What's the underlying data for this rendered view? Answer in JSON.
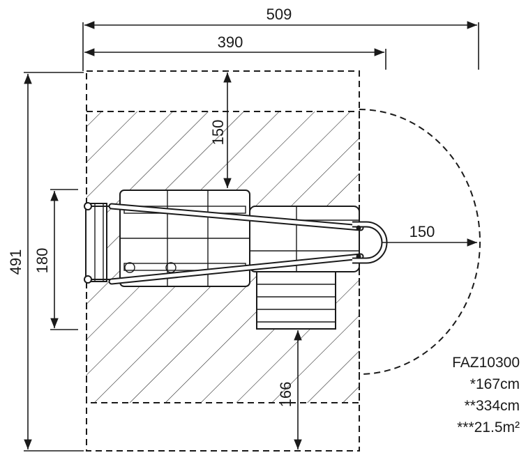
{
  "dimensions": {
    "total_width": "509",
    "inner_width": "390",
    "top_clearance": "150",
    "right_clearance": "150",
    "total_height": "491",
    "structure_height": "180",
    "bottom_clearance": "166"
  },
  "product": {
    "code": "FAZ10300",
    "fall_height": "*167cm",
    "free_space": "**334cm",
    "area": "***21.5m²"
  },
  "colors": {
    "ink": "#1a1a1a",
    "background": "#ffffff"
  }
}
